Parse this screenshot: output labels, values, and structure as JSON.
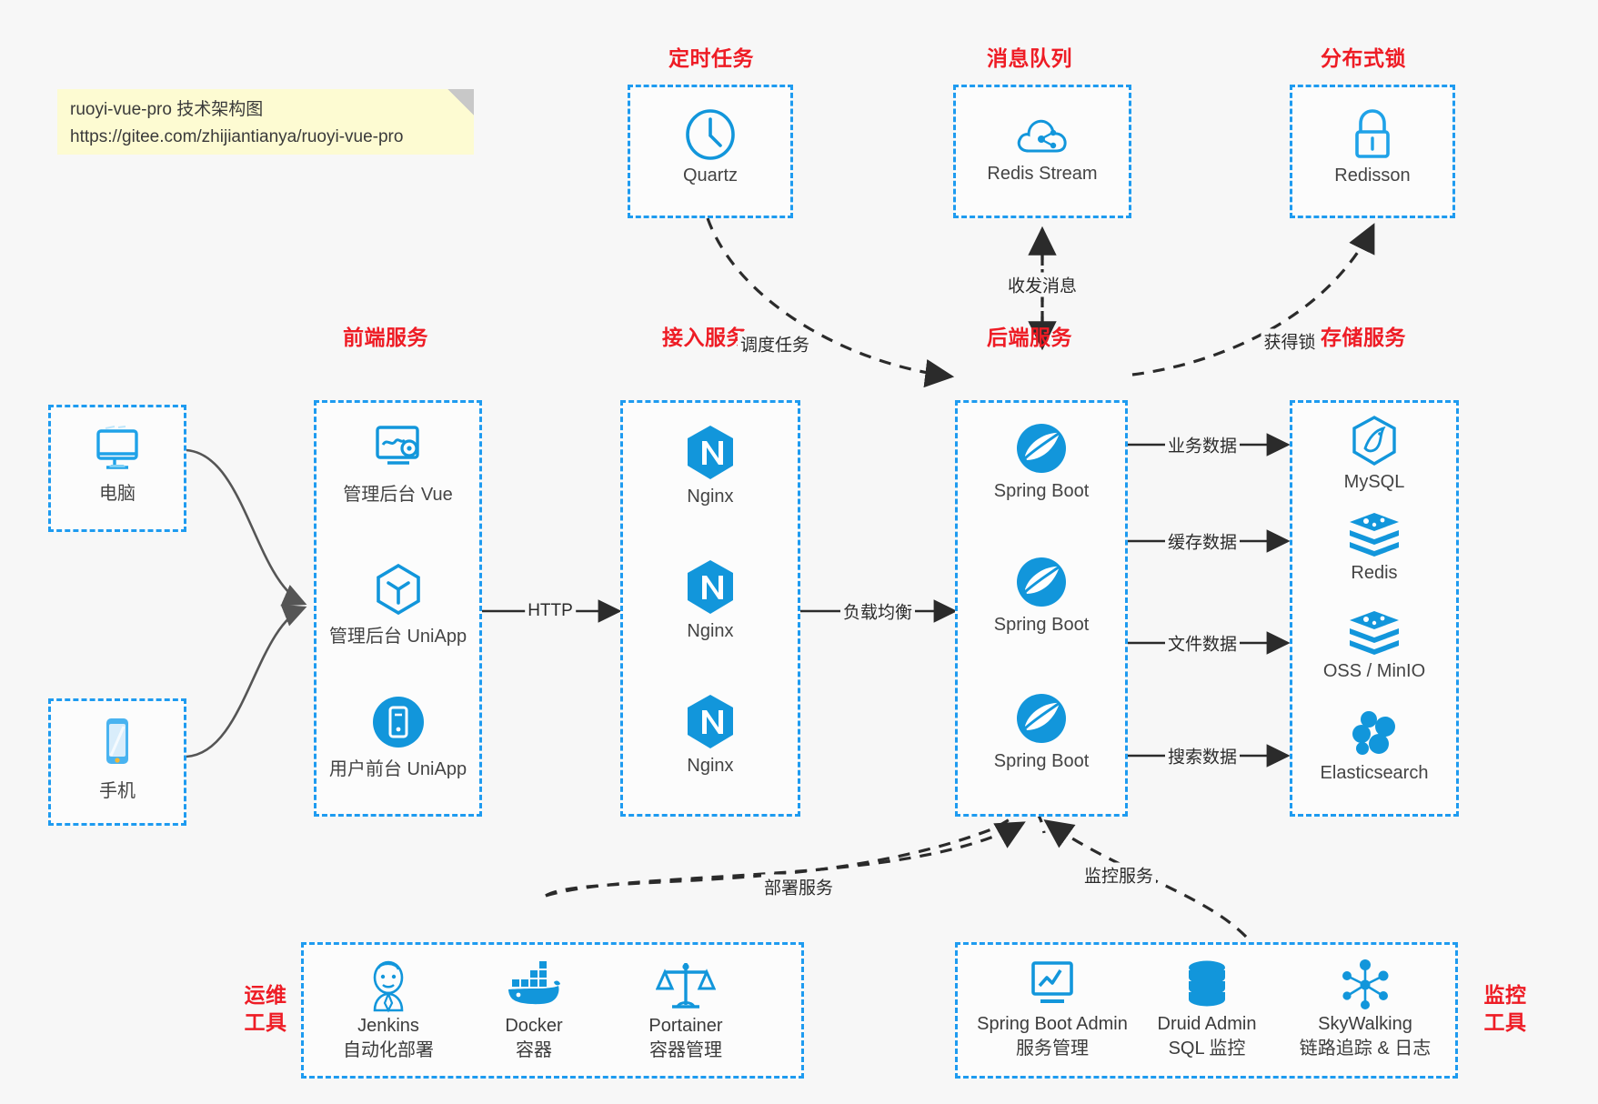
{
  "note": {
    "line1": "ruoyi-vue-pro 技术架构图",
    "line2": "https://gitee.com/zhijiantianya/ruoyi-vue-pro"
  },
  "colors": {
    "accent_blue": "#1e9bf0",
    "icon_blue": "#1296db",
    "label_red": "#ee1c25",
    "background": "#f7f7f7",
    "note_yellow": "#fdfbd2",
    "wire_dark": "#2b2b2b",
    "wire_gray": "#555555"
  },
  "groups": {
    "scheduled_task": {
      "label": "定时任务",
      "nodes": [
        {
          "name": "Quartz",
          "icon": "clock-icon"
        }
      ]
    },
    "message_queue": {
      "label": "消息队列",
      "nodes": [
        {
          "name": "Redis Stream",
          "icon": "cloud-stream-icon"
        }
      ]
    },
    "distributed_lock": {
      "label": "分布式锁",
      "nodes": [
        {
          "name": "Redisson",
          "icon": "lock-icon"
        }
      ]
    },
    "clients": {
      "nodes": [
        {
          "name": "电脑",
          "icon": "desktop-monitor-icon"
        },
        {
          "name": "手机",
          "icon": "mobile-phone-icon"
        }
      ]
    },
    "frontend": {
      "label": "前端服务",
      "nodes": [
        {
          "name": "管理后台 Vue",
          "icon": "dashboard-screen-icon"
        },
        {
          "name": "管理后台 UniApp",
          "icon": "cube-icon"
        },
        {
          "name": "用户前台 UniApp",
          "icon": "app-circle-icon"
        }
      ]
    },
    "gateway": {
      "label": "接入服务",
      "nodes": [
        {
          "name": "Nginx",
          "icon": "nginx-icon"
        },
        {
          "name": "Nginx",
          "icon": "nginx-icon"
        },
        {
          "name": "Nginx",
          "icon": "nginx-icon"
        }
      ]
    },
    "backend": {
      "label": "后端服务",
      "nodes": [
        {
          "name": "Spring Boot",
          "icon": "spring-boot-icon"
        },
        {
          "name": "Spring Boot",
          "icon": "spring-boot-icon"
        },
        {
          "name": "Spring Boot",
          "icon": "spring-boot-icon"
        }
      ]
    },
    "storage": {
      "label": "存储服务",
      "nodes": [
        {
          "name": "MySQL",
          "icon": "mysql-dolphin-icon"
        },
        {
          "name": "Redis",
          "icon": "redis-stack-icon"
        },
        {
          "name": "OSS / MinIO",
          "icon": "redis-stack-icon"
        },
        {
          "name": "Elasticsearch",
          "icon": "elasticsearch-icon"
        }
      ]
    },
    "devops_tools": {
      "label_line1": "运维",
      "label_line2": "工具",
      "nodes": [
        {
          "name": "Jenkins",
          "desc": "自动化部署",
          "icon": "jenkins-butler-icon"
        },
        {
          "name": "Docker",
          "desc": "容器",
          "icon": "docker-whale-icon"
        },
        {
          "name": "Portainer",
          "desc": "容器管理",
          "icon": "scales-icon"
        }
      ]
    },
    "monitor_tools": {
      "label_line1": "监控",
      "label_line2": "工具",
      "nodes": [
        {
          "name": "Spring Boot Admin",
          "desc": "服务管理",
          "icon": "monitor-chart-icon"
        },
        {
          "name": "Druid Admin",
          "desc": "SQL 监控",
          "icon": "database-cylinder-icon"
        },
        {
          "name": "SkyWalking",
          "desc": "链路追踪 & 日志",
          "icon": "network-nodes-icon"
        }
      ]
    }
  },
  "edges": [
    {
      "id": "http",
      "label": "HTTP"
    },
    {
      "id": "load-balance",
      "label": "负载均衡"
    },
    {
      "id": "schedule-task",
      "label": "调度任务"
    },
    {
      "id": "send-receive-message",
      "label": "收发消息"
    },
    {
      "id": "acquire-lock",
      "label": "获得锁"
    },
    {
      "id": "business-data",
      "label": "业务数据"
    },
    {
      "id": "cache-data",
      "label": "缓存数据"
    },
    {
      "id": "file-data",
      "label": "文件数据"
    },
    {
      "id": "search-data",
      "label": "搜索数据"
    },
    {
      "id": "deploy-service",
      "label": "部署服务"
    },
    {
      "id": "monitor-service",
      "label": "监控服务"
    }
  ]
}
